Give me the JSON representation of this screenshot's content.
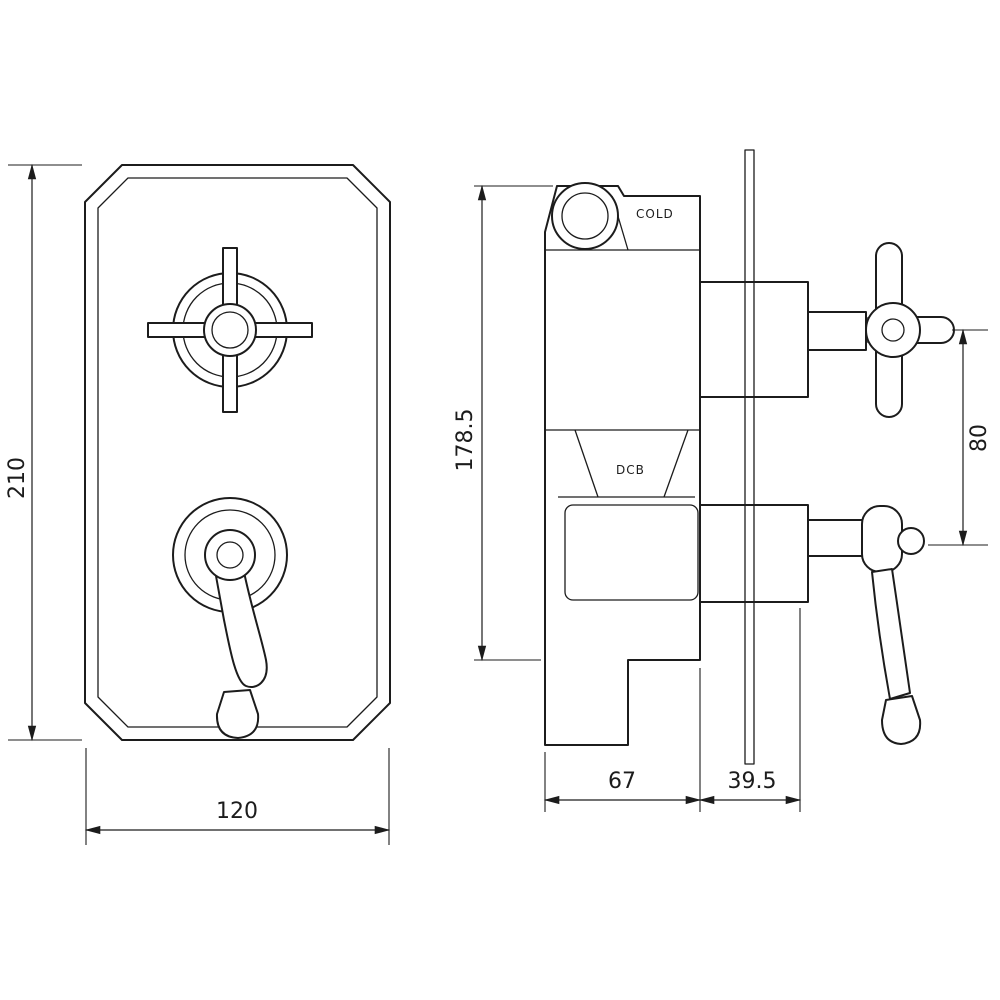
{
  "drawing": {
    "labels": {
      "cold_port": "COLD",
      "body_marking": "DCB"
    },
    "dimensions": {
      "front_plate_height": "210",
      "front_plate_width": "120",
      "side_body_height": "178.5",
      "side_body_depth": "67",
      "side_plate_to_handle": "39.5",
      "side_handle_spacing": "80"
    },
    "colors": {
      "background": "#ffffff",
      "line": "#1c1c1c"
    }
  }
}
